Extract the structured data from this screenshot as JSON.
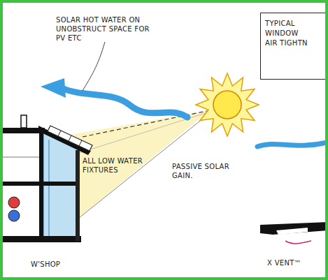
{
  "diagram": {
    "nodes": [
      {
        "text": [
          "TYPICAL WINDOW AIR TIGHTN"
        ]
      }
    ],
    "labels": [
      "SOLAR HOT WATER ON UNOBSTRUCT SPACE FOR PV ETC",
      "ALL LOW WATER FIXTURES",
      "PASSIVE SOLAR GAIN.",
      "W'SHOP",
      "X VENT™"
    ]
  }
}
